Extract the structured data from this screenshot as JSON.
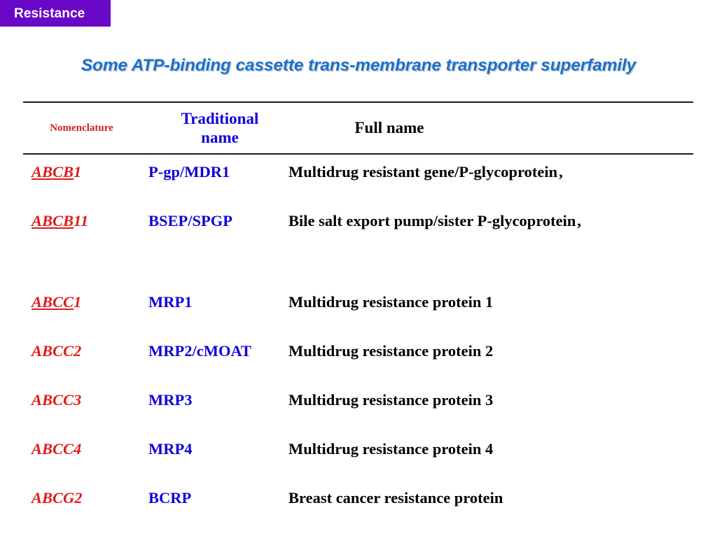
{
  "section_badge": {
    "label": "Resistance",
    "background_color": "#6A08C8",
    "text_color": "#FFFFFF"
  },
  "slide": {
    "title": "Some ATP-binding cassette trans-membrane transporter superfamily",
    "title_color": "#1F6FC4"
  },
  "table": {
    "headers": {
      "nomenclature": "Nomenclature",
      "traditional_name_line1": "Traditional",
      "traditional_name_line2": "name",
      "full_name": "Full name"
    },
    "header_colors": {
      "nomenclature": "#D81E1E",
      "traditional_name": "#1200D8",
      "full_name": "#000000"
    },
    "cell_colors": {
      "nomenclature": "#E01B1B",
      "traditional_name": "#1200D8",
      "full_name": "#000000"
    },
    "rows": [
      {
        "nomenclature_underlined": "ABCB",
        "nomenclature_plain": "1",
        "nomenclature": "ABCB1",
        "traditional_name": "P-gp/MDR1",
        "full_name": "Multidrug resistant gene/P-glycoprotein",
        "full_name_trailing": ","
      },
      {
        "nomenclature_underlined": "ABCB",
        "nomenclature_plain": "11",
        "nomenclature": "ABCB11",
        "traditional_name": "BSEP/SPGP",
        "full_name": "Bile salt export pump/sister P-glycoprotein",
        "full_name_trailing": ","
      },
      {
        "nomenclature_underlined": "ABCC",
        "nomenclature_plain": "1",
        "nomenclature": "ABCC1",
        "traditional_name": "MRP1",
        "full_name": "Multidrug resistance protein 1",
        "full_name_trailing": ""
      },
      {
        "nomenclature_underlined": "",
        "nomenclature_plain": "ABCC2",
        "nomenclature": "ABCC2",
        "traditional_name": "MRP2/cMOAT",
        "full_name": "Multidrug resistance protein 2",
        "full_name_trailing": ""
      },
      {
        "nomenclature_underlined": "",
        "nomenclature_plain": "ABCC3",
        "nomenclature": "ABCC3",
        "traditional_name": "MRP3",
        "full_name": "Multidrug resistance protein 3",
        "full_name_trailing": ""
      },
      {
        "nomenclature_underlined": "",
        "nomenclature_plain": "ABCC4",
        "nomenclature": "ABCC4",
        "traditional_name": "MRP4",
        "full_name": "Multidrug resistance protein 4",
        "full_name_trailing": ""
      },
      {
        "nomenclature_underlined": "",
        "nomenclature_plain": "ABCG2",
        "nomenclature": "ABCG2",
        "traditional_name": "BCRP",
        "full_name": "Breast cancer resistance protein",
        "full_name_trailing": ""
      }
    ]
  }
}
